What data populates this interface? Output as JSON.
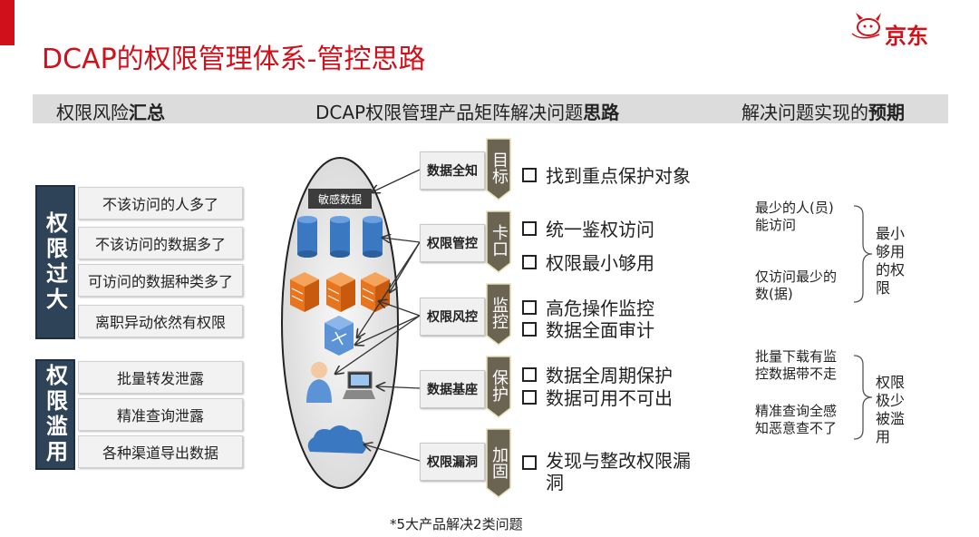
{
  "title": "DCAP的权限管理体系-管控思路",
  "logo_text": "京东",
  "header": {
    "col1_normal": "权限风险",
    "col1_bold": "汇总",
    "col2_normal": "DCAP权限管理产品矩阵解决问题",
    "col2_bold": "思路",
    "col3_normal": "解决问题实现的",
    "col3_bold": "预期"
  },
  "groups": [
    {
      "label": "权限过大",
      "items": [
        "不该访问的人多了",
        "不该访问的数据多了",
        "可访问的数据种类多了",
        "离职异动依然有权限"
      ]
    },
    {
      "label": "权限滥用",
      "items": [
        "批量转发泄露",
        "精准查询泄露",
        "各种渠道导出数据"
      ]
    }
  ],
  "sensitive_label": "敏感数据",
  "products": [
    {
      "name": "数据全知",
      "goal": "目标",
      "solutions": [
        "找到重点保护对象"
      ]
    },
    {
      "name": "权限管控",
      "goal": "卡口",
      "solutions": [
        "统一鉴权访问",
        "权限最小够用"
      ]
    },
    {
      "name": "权限风控",
      "goal": "监控",
      "solutions": [
        "高危操作监控",
        "数据全面审计"
      ]
    },
    {
      "name": "数据基座",
      "goal": "保护",
      "solutions": [
        "数据全周期保护",
        "数据可用不可出"
      ]
    },
    {
      "name": "权限漏洞",
      "goal": "加固",
      "solutions": [
        "发现与整改权限漏洞"
      ]
    }
  ],
  "expectations": [
    {
      "items": [
        "最少的人(员)能访问",
        "仅访问最少的数(据)"
      ],
      "result": "最小够用的权限"
    },
    {
      "items": [
        "批量下载有监控数据带不走",
        "精准查询全感知恶意查不了"
      ],
      "result": "权限极少被滥用"
    }
  ],
  "footnote": "*5大产品解决2类问题",
  "colors": {
    "brand_red": "#d0101a",
    "group_label_bg": "#2f4358",
    "goal_bg": "#6b6453",
    "db_blue": "#3a78c2",
    "server_orange": "#e8741e"
  },
  "icons": [
    "database-icon",
    "server-icon",
    "network-hub-icon",
    "user-icon",
    "laptop-icon",
    "cloud-icon",
    "checkbox-icon"
  ]
}
